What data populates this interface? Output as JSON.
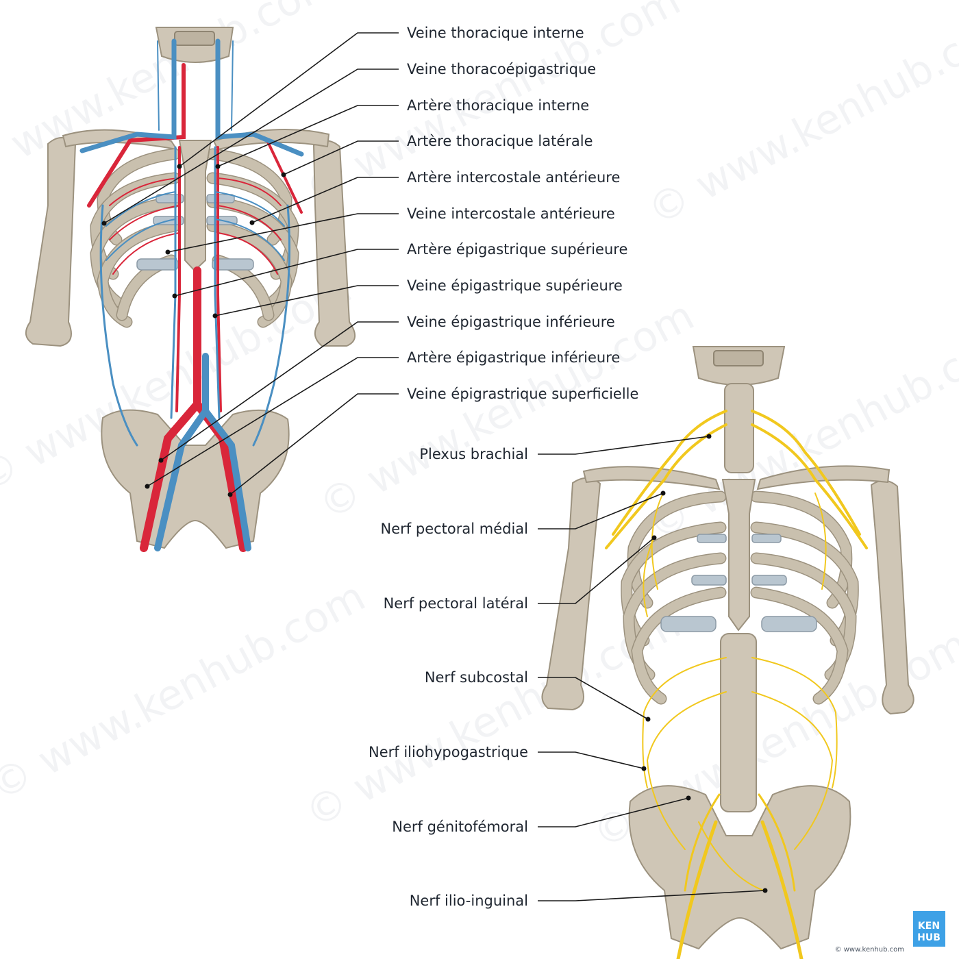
{
  "watermark": "© www.kenhub.com",
  "colors": {
    "vein": "#4a8fc2",
    "artery": "#d9263a",
    "nerve": "#f1c81e",
    "bone": "#cfc6b6",
    "brand": "#3ea1e6"
  },
  "vessel_labels": [
    "Veine thoracique interne",
    "Veine thoracoépigastrique",
    "Artère thoracique interne",
    "Artère thoracique latérale",
    "Artère intercostale antérieure",
    "Veine intercostale antérieure",
    "Artère épigastrique supérieure",
    "Veine épigastrique supérieure",
    "Veine épigastrique inférieure",
    "Artère épigastrique inférieure",
    "Veine épigrastrique superficielle"
  ],
  "nerve_labels": [
    "Plexus brachial",
    "Nerf pectoral médial",
    "Nerf pectoral latéral",
    "Nerf subcostal",
    "Nerf iliohypogastrique",
    "Nerf génitofémoral",
    "Nerf ilio-inguinal"
  ],
  "logo": {
    "line1": "KEN",
    "line2": "HUB",
    "copyright": "© www.kenhub.com"
  }
}
